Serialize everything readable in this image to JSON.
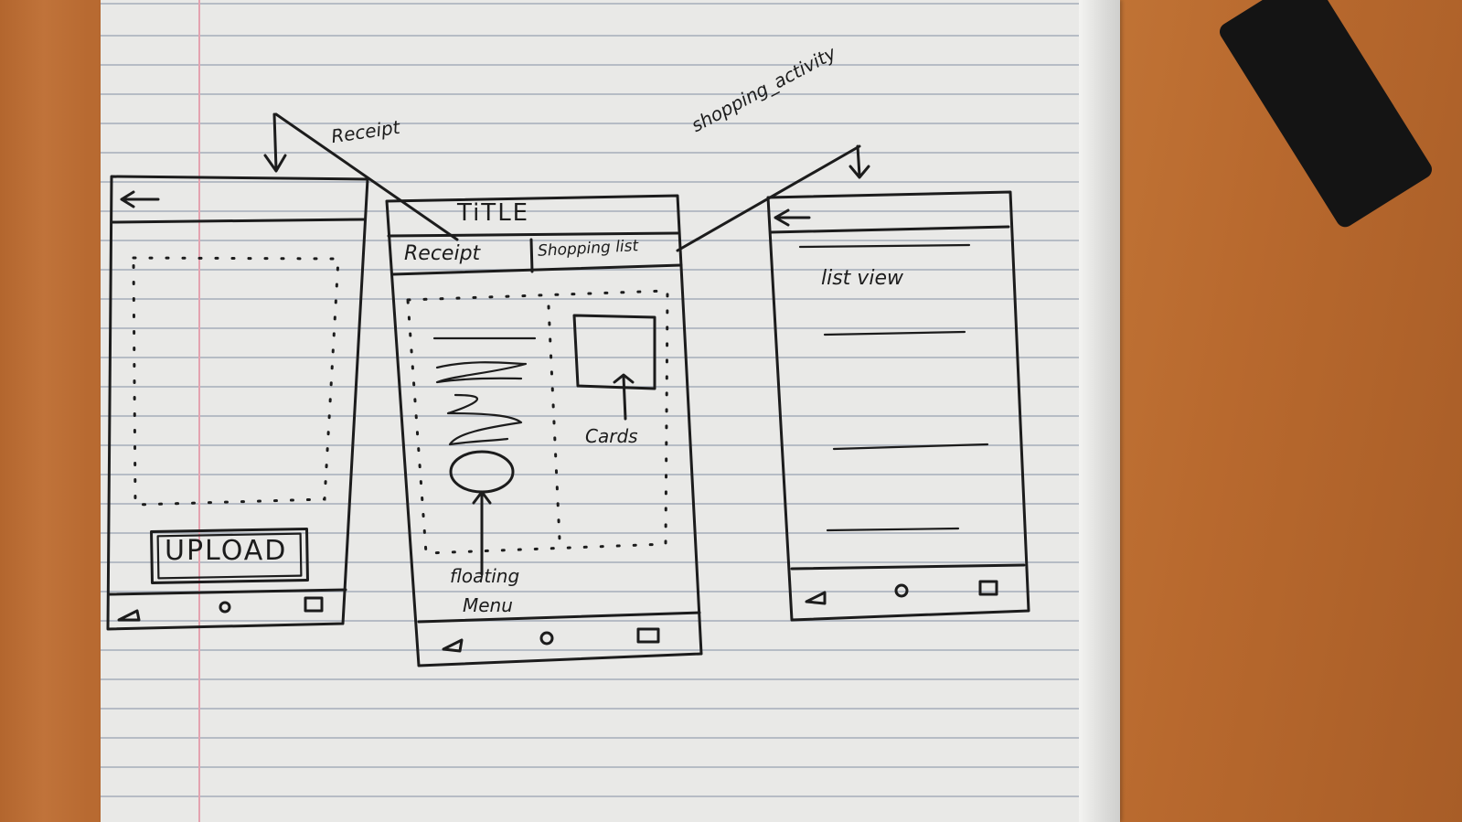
{
  "annotations": {
    "receipt_arrow_label": "Receipt",
    "shopping_arrow_label": "shopping_activity",
    "cards_label": "Cards",
    "floating_menu_label_1": "floating",
    "floating_menu_label_2": "Menu"
  },
  "screen_upload": {
    "back_icon": "arrow-left-icon",
    "upload_button": "UPLOAD"
  },
  "screen_main": {
    "title": "TiTLE",
    "tabs": [
      "Receipt",
      "Shopping list"
    ]
  },
  "screen_list": {
    "back_icon": "arrow-left-icon",
    "list_label": "list view"
  },
  "nav_bar_icons": [
    "back-triangle-icon",
    "home-circle-icon",
    "recents-square-icon"
  ]
}
